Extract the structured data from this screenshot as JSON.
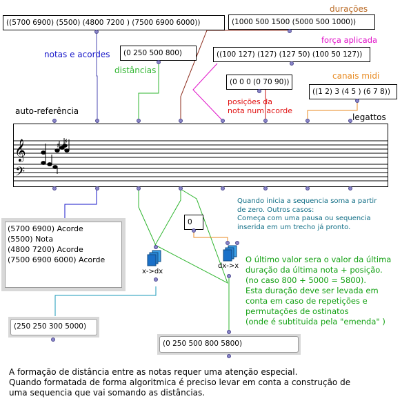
{
  "boxes": {
    "chords": "((5700 6900) (5500) (4800 7200 ) (7500 6900 6000))",
    "durations": "(1000 500 1500 (5000 500 1000))",
    "distances": "(0 250 500 800)",
    "velocities": "((100 127) (127) (127 50) (100 50 127))",
    "offsets": "(0 0 0 (0 70 90))",
    "channels": "((1 2) 3 (4 5 ) (6 7 8))",
    "zero": "0",
    "x_dx_result": "(250 250 300 5000)",
    "dx_x_result": "(0 250 500 800 5800)"
  },
  "labels": {
    "duracoes": "durações",
    "forca_aplicada": "força aplicada",
    "notas_e_acordes": "notas e acordes",
    "distancias": "distâncias",
    "posicoes_da": "posições da",
    "nota_num_acorde": "nota num acorde",
    "canais_midi": "canais midi",
    "auto_referencia": "auto-referência",
    "legattos": "legattos"
  },
  "chord_list": [
    "(5700 6900) Acorde",
    "(5500) Nota",
    "(4800 7200) Acorde",
    "(7500 6900 6000) Acorde"
  ],
  "functions": {
    "x_to_dx": "x->dx",
    "dx_to_x": "dx->x"
  },
  "notes": {
    "teal": [
      "Quando inicia a sequencia soma a partir",
      "de zero. Outros casos:",
      "Começa com uma pausa ou sequencia",
      "inserida em um trecho já pronto."
    ],
    "green": [
      "O último valor sera o valor da última",
      " duração da última nota + posição.",
      " (no caso 800 + 5000 = 5800).",
      "Esta duração deve ser levada em",
      "conta em caso de repetições e",
      "permutações de ostinatos",
      "(onde é subtituida pela \"emenda\" )"
    ],
    "bottom": [
      "A formação de distância entre as notas requer uma atenção especial.",
      "Quando formatada de forma algoritmica é preciso levar em conta a construção de",
      "uma sequencia que vai somando as distâncias."
    ]
  },
  "colors": {
    "blue": "#1515c8",
    "green": "#2fb52f",
    "brown": "#8b2a1a",
    "magenta": "#e010c8",
    "red": "#e01010",
    "orange": "#e88a20",
    "teal": "#0f6d85",
    "note_green": "#12a012",
    "outlet": "#8a86c9"
  }
}
